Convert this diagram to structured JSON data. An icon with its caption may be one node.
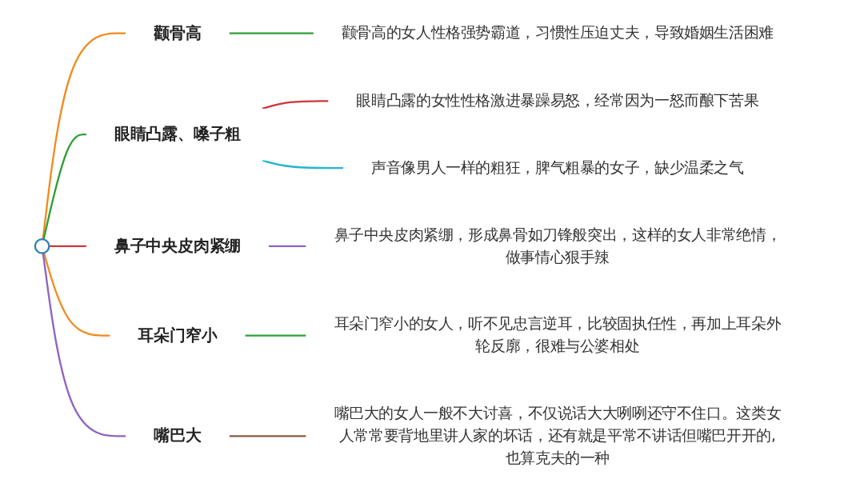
{
  "diagram": {
    "nodes": [
      {
        "text": [],
        "shape": "circle"
      },
      {
        "text": [
          "颧骨高"
        ]
      },
      {
        "text": [
          "颧骨高的女人性格强势霸道，习惯性压迫丈夫，导致婚姻生活困难"
        ]
      },
      {
        "text": [
          "眼睛凸露、嗓子粗"
        ]
      },
      {
        "text": [
          "眼睛凸露的女性性格激进暴躁易怒，经常因为一怒而酿下苦果"
        ]
      },
      {
        "text": [
          "声音像男人一样的粗狂，脾气粗暴的女子，缺少温柔之气"
        ]
      },
      {
        "text": [
          "鼻子中央皮肉紧绷"
        ]
      },
      {
        "text": [
          "鼻子中央皮肉紧绷，形成鼻骨如刀锋般突出，这样的女人非常绝情，做事情心狠手辣"
        ]
      },
      {
        "text": [
          "耳朵门窄小"
        ]
      },
      {
        "text": [
          "耳朵门窄小的女人，听不见忠言逆耳，比较固执任性，再加上耳朵外轮反廓，很难与公婆相处"
        ]
      },
      {
        "text": [
          "嘴巴大"
        ]
      },
      {
        "text": [
          "嘴巴大的女人一般不大讨喜，不仅说话大大咧咧还守不住口。这类女人常常要背地里讲人家的坏话，还有就是平常不讲话但嘴巴开开的,也算克夫的一种"
        ]
      }
    ],
    "edges": [
      {
        "from": 0,
        "to": 1,
        "arrow": "none",
        "color": "#f28a1c"
      },
      {
        "from": 1,
        "to": 2,
        "arrow": "none",
        "color": "#2e9e35"
      },
      {
        "from": 0,
        "to": 3,
        "arrow": "none",
        "color": "#2e9e35"
      },
      {
        "from": 3,
        "to": 4,
        "arrow": "none",
        "color": "#d0343c"
      },
      {
        "from": 3,
        "to": 5,
        "arrow": "none",
        "color": "#25b5d0"
      },
      {
        "from": 0,
        "to": 6,
        "arrow": "none",
        "color": "#d0343c"
      },
      {
        "from": 6,
        "to": 7,
        "arrow": "none",
        "color": "#8e63c2"
      },
      {
        "from": 0,
        "to": 8,
        "arrow": "none",
        "color": "#f28a1c"
      },
      {
        "from": 8,
        "to": 9,
        "arrow": "none",
        "color": "#2e9e35"
      },
      {
        "from": 0,
        "to": 10,
        "arrow": "none",
        "color": "#8e63c2"
      },
      {
        "from": 10,
        "to": 11,
        "arrow": "none",
        "color": "#8b5a45"
      }
    ]
  }
}
